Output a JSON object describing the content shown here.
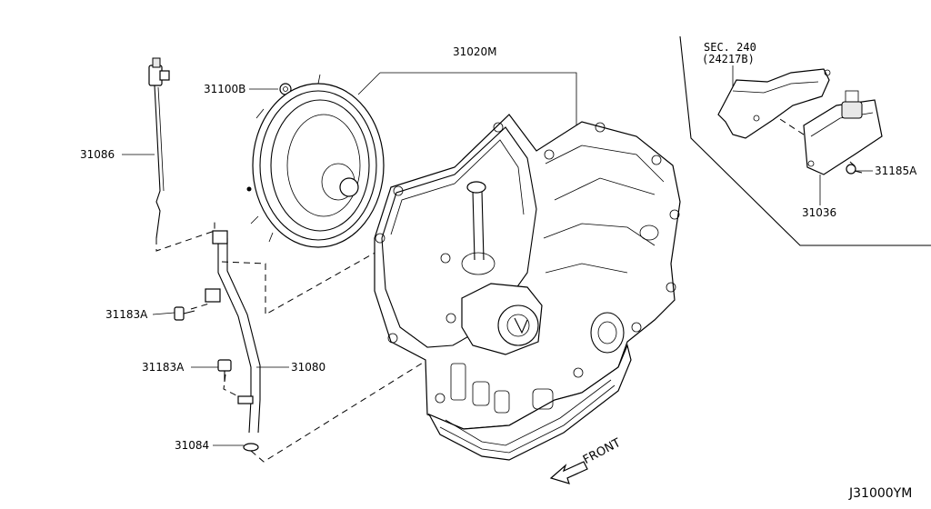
{
  "diagram": {
    "id_code": "J31000YM",
    "front_label": "FRONT",
    "section_ref": {
      "line1": "SEC. 240",
      "line2": "(24217B)"
    },
    "parts": {
      "p31020M": "31020M",
      "p31100B": "31100B",
      "p31086": "31086",
      "p31183A_1": "31183A",
      "p31183A_2": "31183A",
      "p31080": "31080",
      "p31084": "31084",
      "p31185A": "31185A",
      "p31036": "31036"
    }
  }
}
